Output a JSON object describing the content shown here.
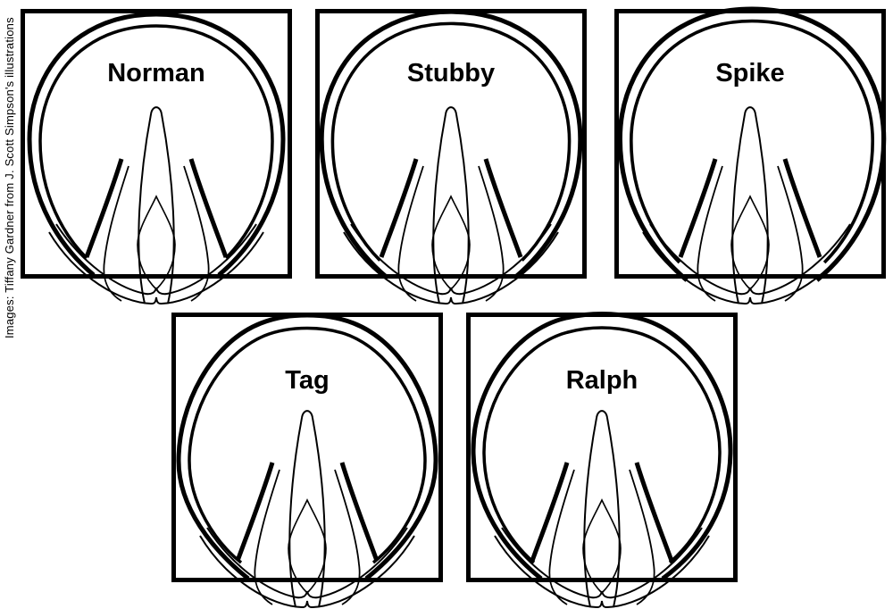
{
  "page": {
    "background_color": "#ffffff",
    "ink_color": "#000000"
  },
  "credit": "Images: Tiffany Gardner from J. Scott Simpson's illustrations",
  "panels": [
    {
      "label": "Norman",
      "shape": "round"
    },
    {
      "label": "Stubby",
      "shape": "round"
    },
    {
      "label": "Spike",
      "shape": "round"
    },
    {
      "label": "Tag",
      "shape": "oval-pointed"
    },
    {
      "label": "Ralph",
      "shape": "oval"
    }
  ]
}
